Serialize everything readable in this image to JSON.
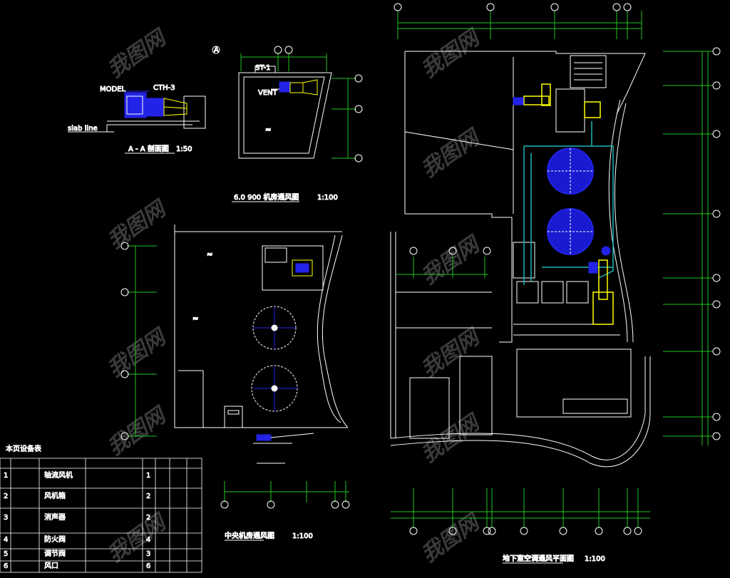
{
  "drawing": {
    "background": "#000000",
    "line_color": "#ffffff",
    "dim_color": "#21c421",
    "duct_color": "#ffff00",
    "equipment_color": "#2323e8",
    "pipe_color": "#1fb5b5"
  },
  "titles": {
    "fan_room_plan": "6.0 900 机房通风图",
    "fan_room_scale": "1:100",
    "section_a": "A - A 剖面图",
    "section_scale": "1:50",
    "middle_plan": "中央机房通风图",
    "middle_scale": "1:100",
    "main_plan": "地下室空调通风平面图",
    "main_scale": "1:100"
  },
  "equipment_table": {
    "title": "本页设备表",
    "rows": [
      {
        "no": "1",
        "name": "轴流风机",
        "qty": "1"
      },
      {
        "no": "2",
        "name": "风机箱",
        "qty": "2"
      },
      {
        "no": "3",
        "name": "消声器",
        "qty": "2"
      },
      {
        "no": "4",
        "name": "防火阀",
        "qty": "4"
      },
      {
        "no": "5",
        "name": "调节阀",
        "qty": "3"
      },
      {
        "no": "6",
        "name": "风口",
        "qty": "6"
      }
    ]
  },
  "watermark": "我图网"
}
